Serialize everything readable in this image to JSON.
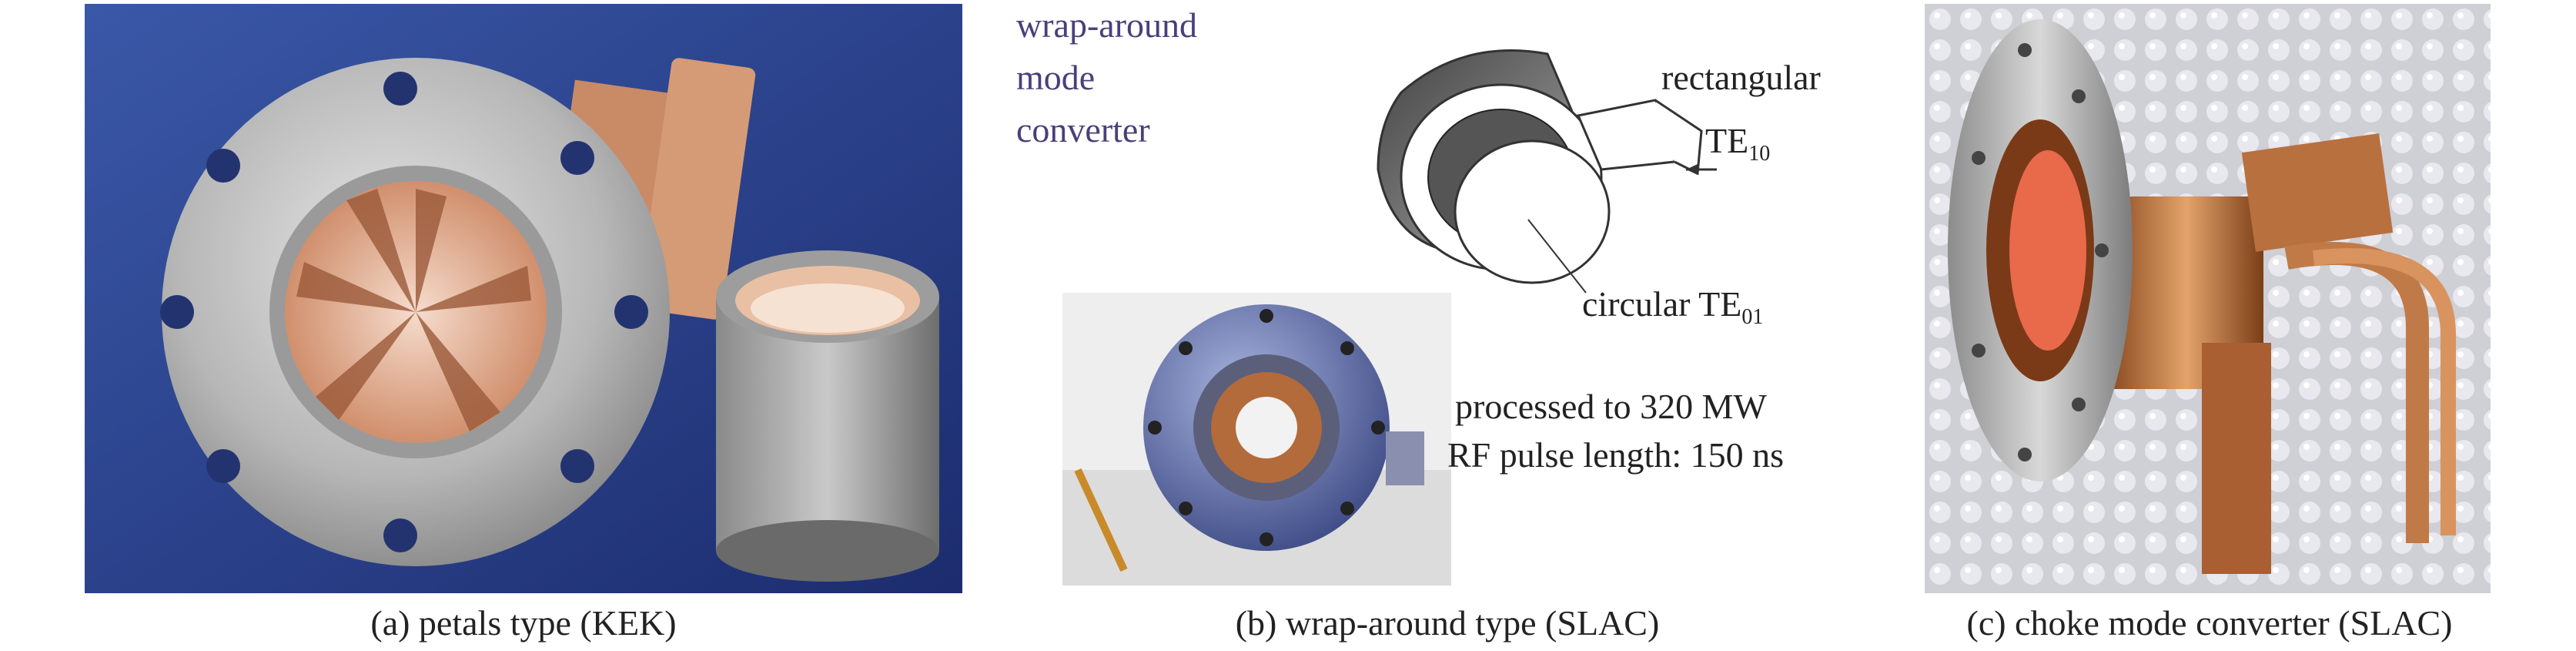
{
  "panels": [
    {
      "caption": "(a) petals type (KEK)"
    },
    {
      "caption": "(b) wrap-around type (SLAC)"
    },
    {
      "caption": "(c) choke mode converter (SLAC)"
    }
  ],
  "diagram": {
    "title_line1": "wrap-around",
    "title_line2": "mode",
    "title_line3": "converter",
    "rect_label": "rectangular",
    "te10_main": "TE",
    "te10_sub": "10",
    "circ_label": "circular TE",
    "te01_sub": "01",
    "note_line1": "processed to 320 MW",
    "note_line2": "RF pulse length: 150 ns"
  },
  "colors": {
    "title_purple": "#4a3f7a",
    "photo_a_bg": "#2a3d86",
    "copper": "#c87a4a"
  }
}
